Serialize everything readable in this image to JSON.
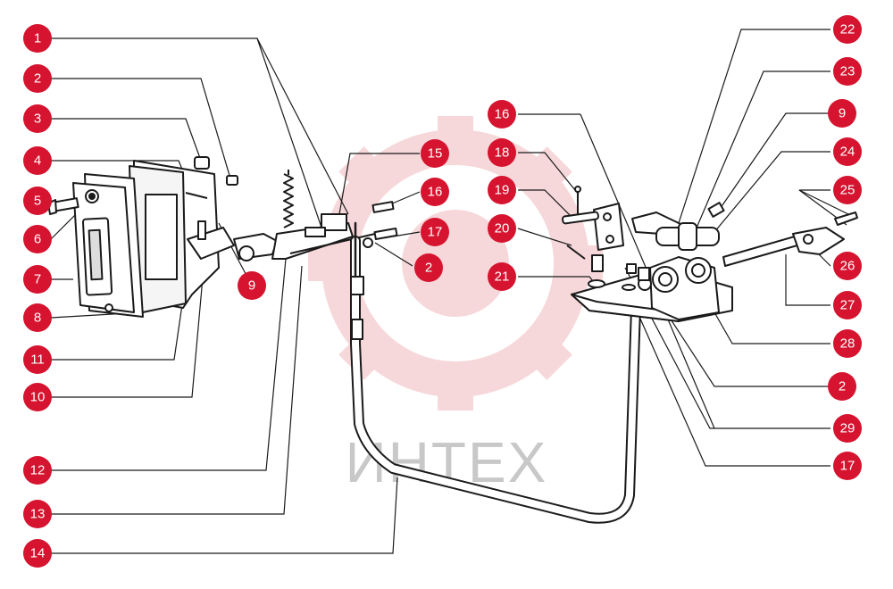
{
  "watermark": {
    "text": "ИНТЕХ",
    "color": "#f2b9bd",
    "text_color": "#c8c8c8"
  },
  "colors": {
    "badge": "#d6142f",
    "line": "#1a1a1a",
    "part_fill": "#ffffff"
  },
  "callouts": [
    {
      "id": "c1",
      "number": "1"
    },
    {
      "id": "c2a",
      "number": "2"
    },
    {
      "id": "c3",
      "number": "3"
    },
    {
      "id": "c4",
      "number": "4"
    },
    {
      "id": "c5",
      "number": "5"
    },
    {
      "id": "c6",
      "number": "6"
    },
    {
      "id": "c7",
      "number": "7"
    },
    {
      "id": "c8",
      "number": "8"
    },
    {
      "id": "c11",
      "number": "11"
    },
    {
      "id": "c10",
      "number": "10"
    },
    {
      "id": "c12",
      "number": "12"
    },
    {
      "id": "c13",
      "number": "13"
    },
    {
      "id": "c14",
      "number": "14"
    },
    {
      "id": "c9a",
      "number": "9"
    },
    {
      "id": "c15",
      "number": "15"
    },
    {
      "id": "c16a",
      "number": "16"
    },
    {
      "id": "c17a",
      "number": "17"
    },
    {
      "id": "c2b",
      "number": "2"
    },
    {
      "id": "c16b",
      "number": "16"
    },
    {
      "id": "c18",
      "number": "18"
    },
    {
      "id": "c19",
      "number": "19"
    },
    {
      "id": "c20",
      "number": "20"
    },
    {
      "id": "c21",
      "number": "21"
    },
    {
      "id": "c22",
      "number": "22"
    },
    {
      "id": "c23",
      "number": "23"
    },
    {
      "id": "c9b",
      "number": "9"
    },
    {
      "id": "c24",
      "number": "24"
    },
    {
      "id": "c25",
      "number": "25"
    },
    {
      "id": "c26",
      "number": "26"
    },
    {
      "id": "c27",
      "number": "27"
    },
    {
      "id": "c28",
      "number": "28"
    },
    {
      "id": "c2c",
      "number": "2"
    },
    {
      "id": "c29",
      "number": "29"
    },
    {
      "id": "c17b",
      "number": "17"
    }
  ]
}
